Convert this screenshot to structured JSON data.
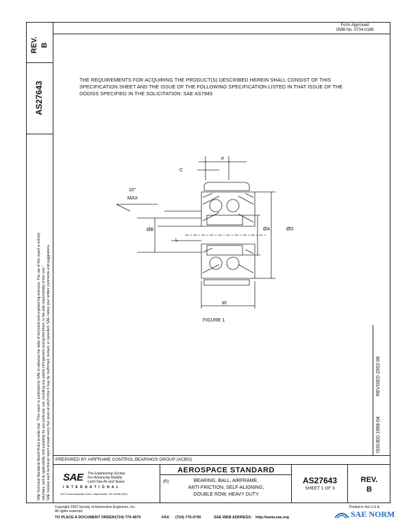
{
  "header": {
    "form_approved": "Form Approved",
    "omb_no": "OMB No. 0704-0188",
    "rev_label": "REV.",
    "rev_value": "B",
    "doc_number": "AS27643"
  },
  "body": {
    "requirements_line1": "THE REQUIREMENTS FOR ACQUIRING THE PRODUCT(S) DESCRIBED HEREIN SHALL CONSIST OF THIS",
    "requirements_line2": "SPECIFICATION SHEET AND THE ISSUE OF THE FOLLOWING SPECIFICATION LISTED IN THAT ISSUE OF THE",
    "requirements_line3": "DODISS SPECIFIED IN THE SOLICITATION:  SAE AS7949"
  },
  "figure": {
    "caption": "FIGURE 1",
    "label_c": "C",
    "label_f": "F",
    "label_angle": "10°",
    "label_max": "MAX",
    "label_b": "ØB",
    "label_l": "L",
    "label_a": "ØA",
    "label_d": "ØD",
    "label_w": "W"
  },
  "side": {
    "disclaimer_line1": "SAE Technical Standards Board Rules provide that: \"This report is published by SAE to advance the state of technical and engineering sciences. The use of this report is entirely",
    "disclaimer_line2": "voluntary, and its applicability and suitability for any particular use, including any patent infringement arising therefrom, is the sole responsibility of the user.\"",
    "disclaimer_line3": "SAE reviews each technical report at least every five years at which time it may be reaffirmed, revised, or cancelled. SAE invites your written comments and suggestions.",
    "issued": "ISSUED 1968-04",
    "revised": "REVISED 2002-06"
  },
  "title_block": {
    "prepared_by": "PREPARED BY AIRFRAME CONTROL BEARINGS GROUP (ACBG)",
    "sae_logo_text": "SAE",
    "sae_tagline1": "The Engineering Society",
    "sae_tagline2": "For Advancing Mobility",
    "sae_tagline3": "Land Sea Air and Space",
    "international": "I N T E R N A T I O N A L",
    "address": "400 Commonwealth Drive, Warrendale, PA  15096-0001",
    "standard_title": "AEROSPACE STANDARD",
    "registered": "(R)",
    "desc_line1": "BEARING, BALL, AIRFRAME,",
    "desc_line2": "ANTI-FRICTION, SELF-ALIGNING,",
    "desc_line3": "DOUBLE ROW, HEAVY DUTY",
    "doc_number": "AS27643",
    "sheet": "SHEET 1 OF 3",
    "rev_label": "REV.",
    "rev_value": "B"
  },
  "footer": {
    "copyright": "Copyright 2002 Society of Automotive Engineers, Inc.",
    "rights": "All rights reserved.",
    "printed": "Printed in the U.S.A.",
    "order_label": "TO PLACE A DOCUMENT ORDER:",
    "order_phone": "(724) 776-4970",
    "fax_label": "FAX:",
    "fax_phone": "(724) 776-0790",
    "web_label": "SAE WEB ADDRESS:",
    "web_address": "http://www.sae.org",
    "watermark": "SAE NORM"
  }
}
